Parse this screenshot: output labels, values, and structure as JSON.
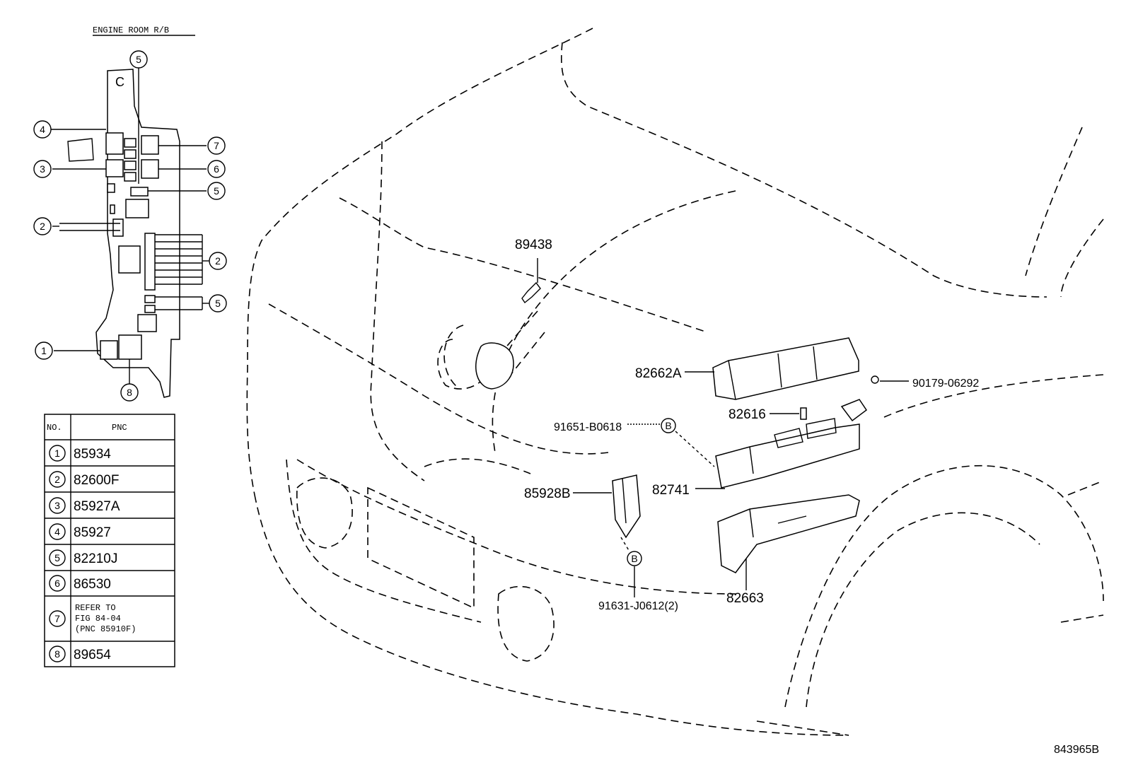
{
  "figure_id": "843965B",
  "inset_title": "ENGINE ROOM R/B",
  "inset_letter": "C",
  "table": {
    "header_no": "NO.",
    "header_pnc": "PNC",
    "rows": [
      {
        "no": "1",
        "pnc": "85934"
      },
      {
        "no": "2",
        "pnc": "82600F"
      },
      {
        "no": "3",
        "pnc": "85927A"
      },
      {
        "no": "4",
        "pnc": "85927"
      },
      {
        "no": "5",
        "pnc": "82210J"
      },
      {
        "no": "6",
        "pnc": "86530"
      },
      {
        "no": "7",
        "pnc_lines": [
          "REFER TO",
          "FIG 84-04",
          "(PNC 85910F)"
        ]
      },
      {
        "no": "8",
        "pnc": "89654"
      }
    ]
  },
  "inset_callouts": [
    "5",
    "4",
    "7",
    "3",
    "6",
    "5",
    "2",
    "2",
    "5",
    "1",
    "8"
  ],
  "part_labels": {
    "p89438": "89438",
    "p82662A": "82662A",
    "p90179": "90179-06292",
    "p82616": "82616",
    "p91651": "91651-B0618",
    "p85928B": "85928B",
    "p82741": "82741",
    "p91631": "91631-J0612(2)",
    "p82663": "82663"
  },
  "bolt_marker": "B"
}
